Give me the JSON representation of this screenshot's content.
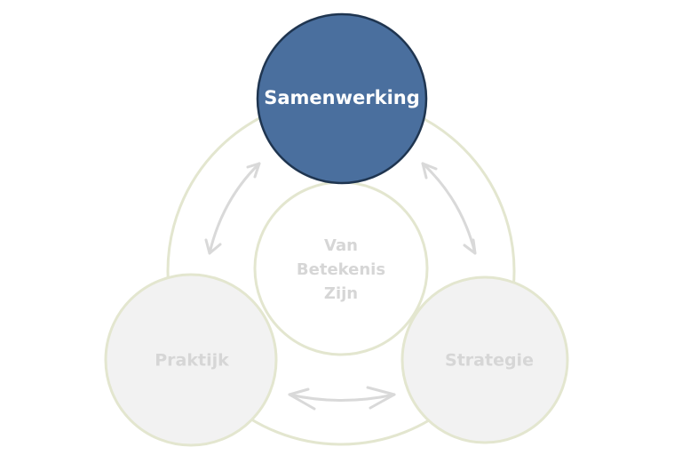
{
  "nodes": {
    "top": {
      "label": "Samenwerking"
    },
    "center": {
      "lines": [
        "Van",
        "Betekenis",
        "Zijn"
      ]
    },
    "left": {
      "label": "Praktijk"
    },
    "right": {
      "label": "Strategie"
    }
  },
  "colors": {
    "active_fill": "#4a6f9e",
    "active_stroke": "#1f3550",
    "inactive_fill": "#f2f2f2",
    "ring_stroke": "#e3e6cf",
    "muted_text": "#d6d6d6",
    "arrow": "#d9d9d9"
  }
}
